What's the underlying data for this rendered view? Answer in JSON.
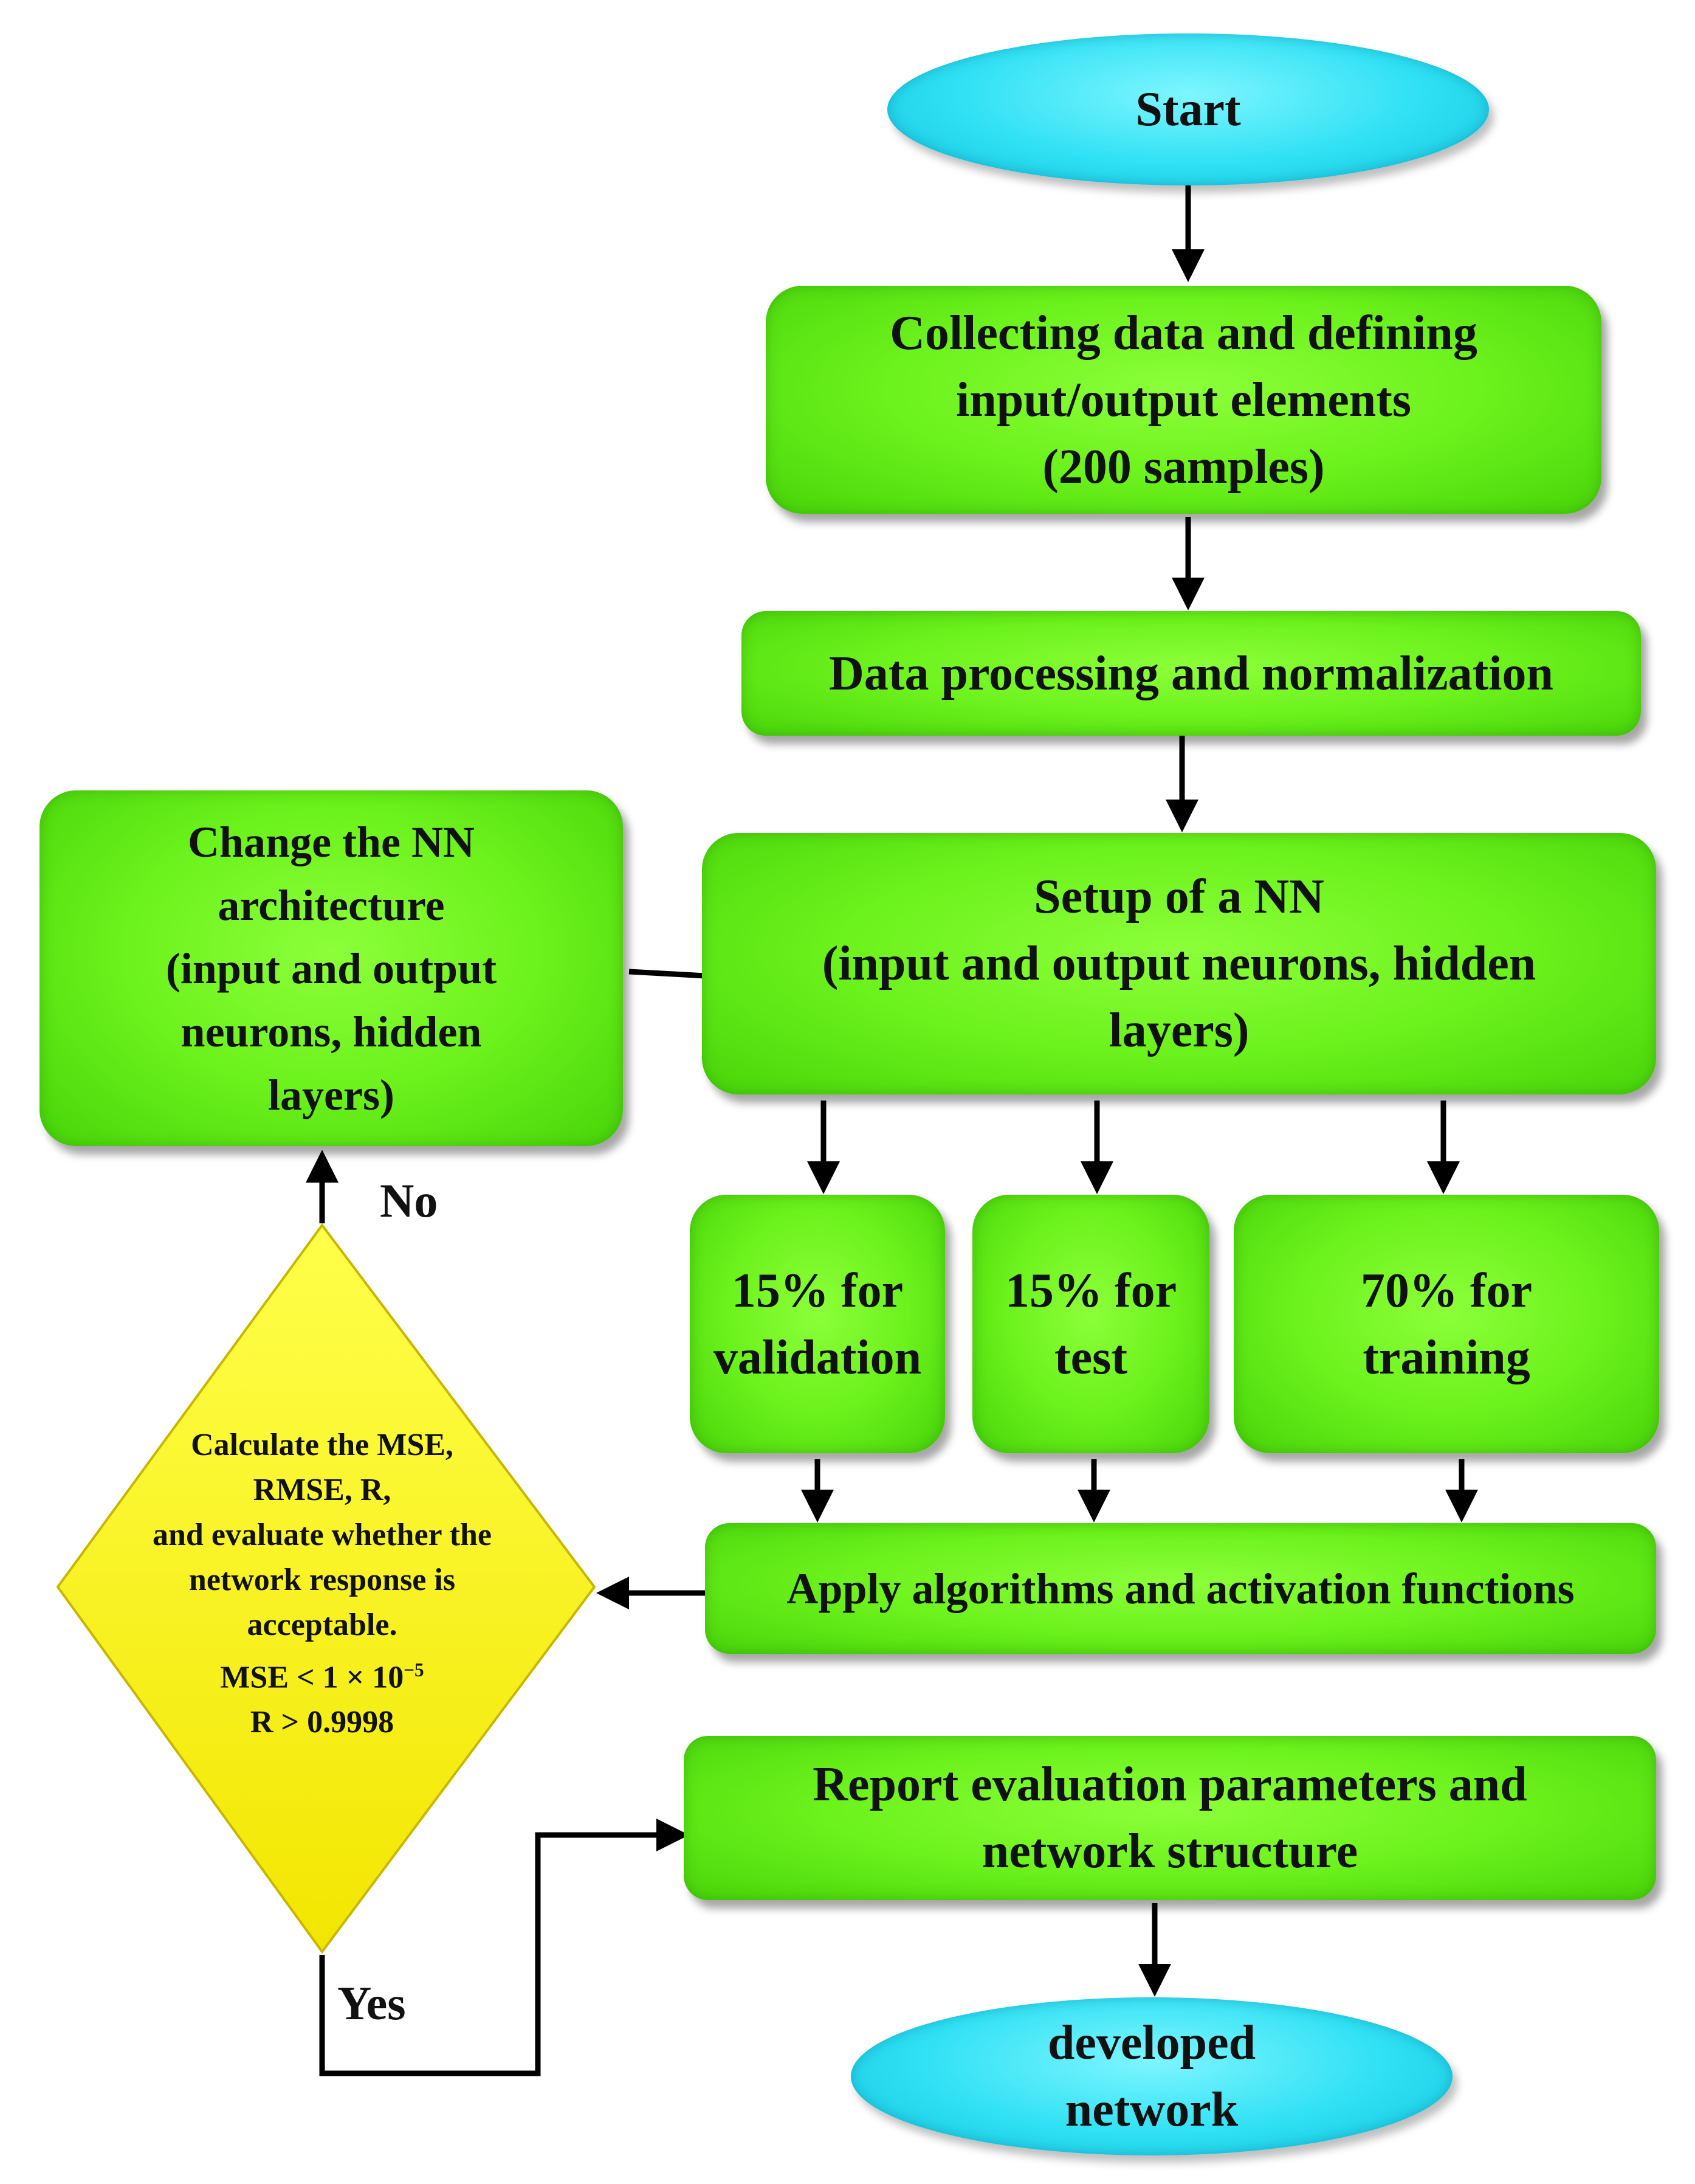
{
  "nodes": {
    "start": "Start",
    "collect": [
      "Collecting data and defining",
      "input/output elements",
      "(200 samples)"
    ],
    "process": "Data processing and normalization",
    "setup": [
      "Setup of a NN",
      "(input and output neurons, hidden",
      "layers)"
    ],
    "change": [
      "Change the NN",
      "architecture",
      "(input and output",
      "neurons, hidden",
      "layers)"
    ],
    "validation": [
      "15% for",
      "validation"
    ],
    "test": [
      "15% for",
      "test"
    ],
    "training": [
      "70% for",
      "training"
    ],
    "apply": "Apply algorithms and activation functions",
    "report": [
      "Report evaluation parameters and",
      "network structure"
    ],
    "end": [
      "developed",
      "network"
    ]
  },
  "decision": {
    "lines": [
      "Calculate the MSE,",
      "RMSE, R,",
      "and evaluate whether the",
      "network response is",
      "acceptable."
    ],
    "mse_prefix": "MSE < 1 × 10",
    "mse_exp": "−5",
    "r_line": "R > 0.9998"
  },
  "branches": {
    "no": "No",
    "yes": "Yes"
  },
  "colors": {
    "process": "#6cf21c",
    "terminal": "#2fe0f4",
    "decision": "#ffff00",
    "arrow": "#000000"
  }
}
